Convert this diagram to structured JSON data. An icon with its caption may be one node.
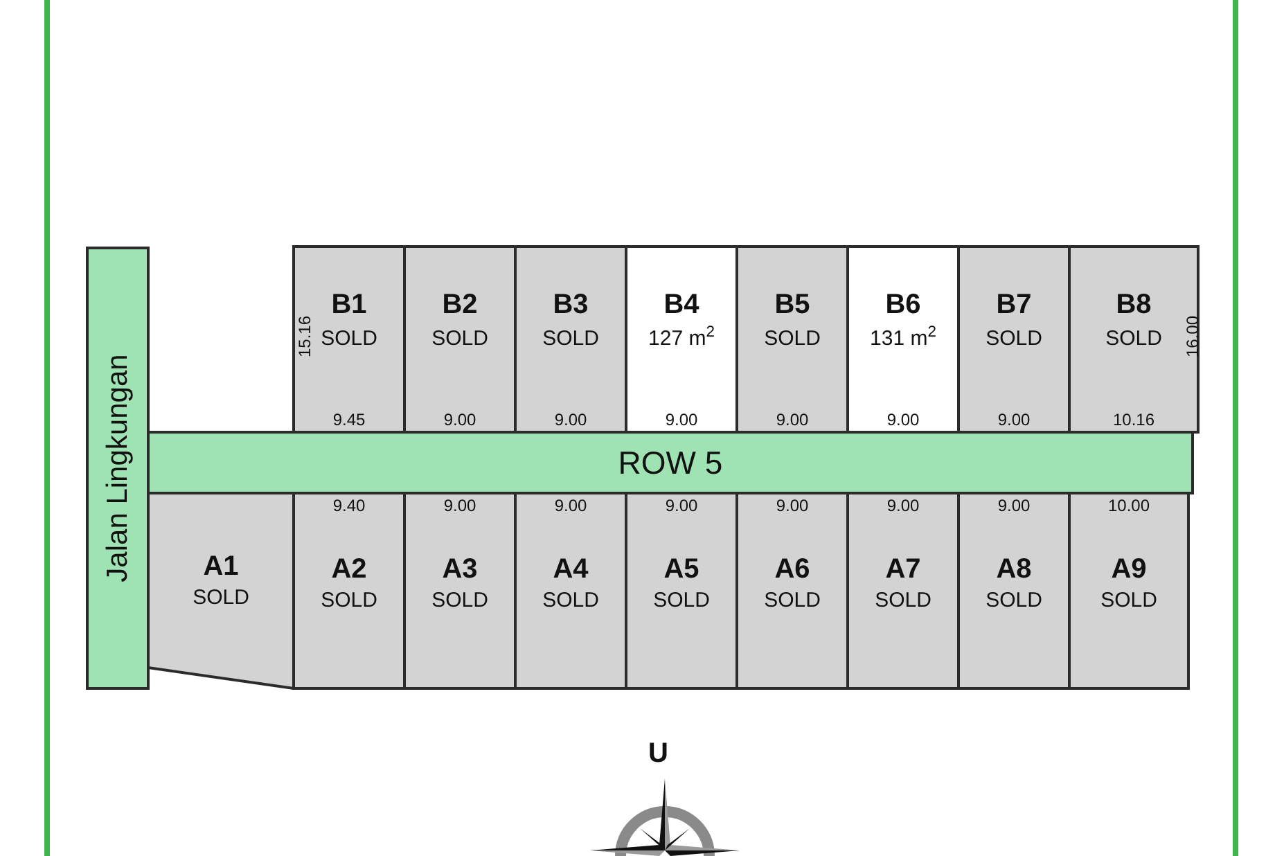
{
  "diagram": {
    "nodes": [
      {
        "text": [
          "Jalan Lingkungan"
        ]
      },
      {
        "text": [
          "B1",
          "SOLD",
          "9.45",
          "15.16"
        ]
      },
      {
        "text": [
          "B2",
          "SOLD",
          "9.00"
        ]
      },
      {
        "text": [
          "B3",
          "SOLD",
          "9.00"
        ]
      },
      {
        "text": [
          "B4",
          "127 m$^{2}$",
          "9.00"
        ]
      },
      {
        "text": [
          "B5",
          "SOLD",
          "9.00"
        ]
      },
      {
        "text": [
          "B6",
          "131 m$^{2}$",
          "9.00"
        ]
      },
      {
        "text": [
          "B7",
          "SOLD",
          "9.00"
        ]
      },
      {
        "text": [
          "B8",
          "SOLD",
          "10.16",
          "16.00"
        ]
      },
      {
        "text": [
          "ROW 5"
        ]
      },
      {
        "text": [
          "A1",
          "SOLD"
        ]
      },
      {
        "text": [
          "9.40",
          "A2",
          "SOLD"
        ]
      },
      {
        "text": [
          "9.00",
          "A3",
          "SOLD"
        ]
      },
      {
        "text": [
          "9.00",
          "A4",
          "SOLD"
        ]
      },
      {
        "text": [
          "9.00",
          "A5",
          "SOLD"
        ]
      },
      {
        "text": [
          "9.00",
          "A6",
          "SOLD"
        ]
      },
      {
        "text": [
          "9.00",
          "A7",
          "SOLD"
        ]
      },
      {
        "text": [
          "9.00",
          "A8",
          "SOLD"
        ]
      },
      {
        "text": [
          "10.00",
          "A9",
          "SOLD"
        ]
      }
    ],
    "edges": [],
    "labels": [
      "U"
    ]
  }
}
